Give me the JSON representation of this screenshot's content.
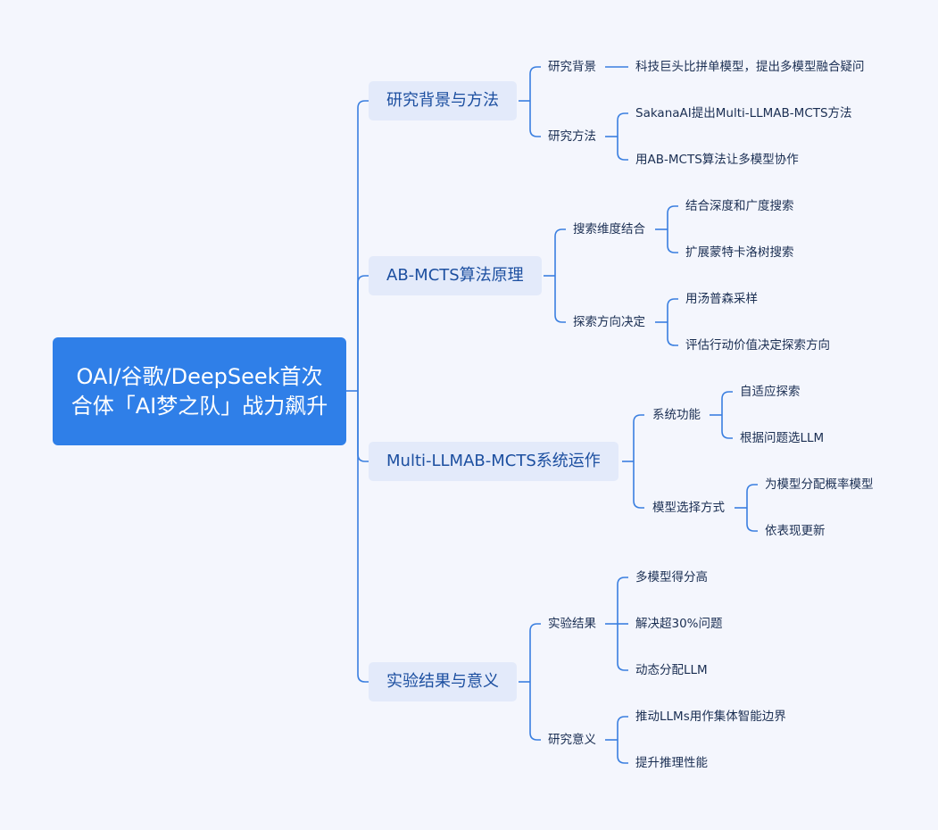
{
  "root": "OAI/谷歌/DeepSeek首次合体「AI梦之队」战力飙升",
  "colors": {
    "line": "#3a7fe0",
    "root_bg": "#2f7fe8",
    "branch_bg": "#e3eafa",
    "branch_text": "#1c4fa0",
    "background": "#f4f6fd"
  },
  "branches": [
    {
      "label": "研究背景与方法",
      "children": [
        {
          "label": "研究背景",
          "children": [
            "科技巨头比拼单模型，提出多模型融合疑问"
          ]
        },
        {
          "label": "研究方法",
          "children": [
            "SakanaAI提出Multi-LLMAB-MCTS方法",
            "用AB-MCTS算法让多模型协作"
          ]
        }
      ]
    },
    {
      "label": "AB-MCTS算法原理",
      "children": [
        {
          "label": "搜索维度结合",
          "children": [
            "结合深度和广度搜索",
            "扩展蒙特卡洛树搜索"
          ]
        },
        {
          "label": "探索方向决定",
          "children": [
            "用汤普森采样",
            "评估行动价值决定探索方向"
          ]
        }
      ]
    },
    {
      "label": "Multi-LLMAB-MCTS系统运作",
      "children": [
        {
          "label": "系统功能",
          "children": [
            "自适应探索",
            "根据问题选LLM"
          ]
        },
        {
          "label": "模型选择方式",
          "children": [
            "为模型分配概率模型",
            "依表现更新"
          ]
        }
      ]
    },
    {
      "label": "实验结果与意义",
      "children": [
        {
          "label": "实验结果",
          "children": [
            "多模型得分高",
            "解决超30%问题",
            "动态分配LLM"
          ]
        },
        {
          "label": "研究意义",
          "children": [
            "推动LLMs用作集体智能边界",
            "提升推理性能"
          ]
        }
      ]
    }
  ]
}
